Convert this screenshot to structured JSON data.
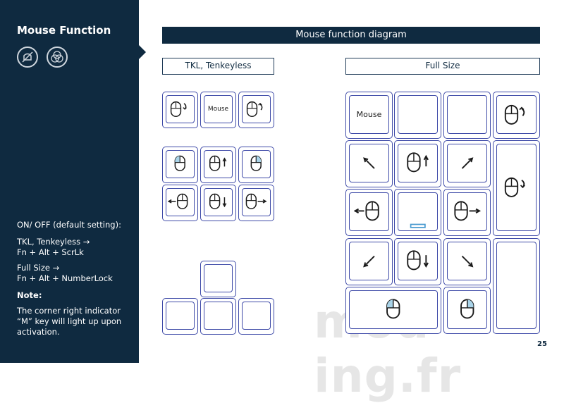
{
  "sidebar": {
    "title": "Mouse Function",
    "icons": [
      "no-gaming-icon",
      "color-mode-icon"
    ],
    "onoff": "ON/ OFF (default setting):",
    "tkl_label": "TKL, Tenkeyless →",
    "tkl_combo": "Fn + Alt + ScrLk",
    "full_label": "Full Size →",
    "full_combo": "Fn + Alt + NumberLock",
    "note_title": "Note:",
    "note_line1": "The corner right indicator",
    "note_line2": "“M” key will light up upon",
    "note_line3": "activation."
  },
  "main": {
    "banner": "Mouse function diagram",
    "tkl_title": "TKL, Tenkeyless",
    "full_title": "Full Size",
    "mouse_key": "Mouse"
  },
  "watermark": "mod ing.fr",
  "page_number": "25",
  "colors": {
    "navy": "#0f2a40",
    "key_outline": "#3e4aa8",
    "button_highlight": "#a9d3e8"
  }
}
